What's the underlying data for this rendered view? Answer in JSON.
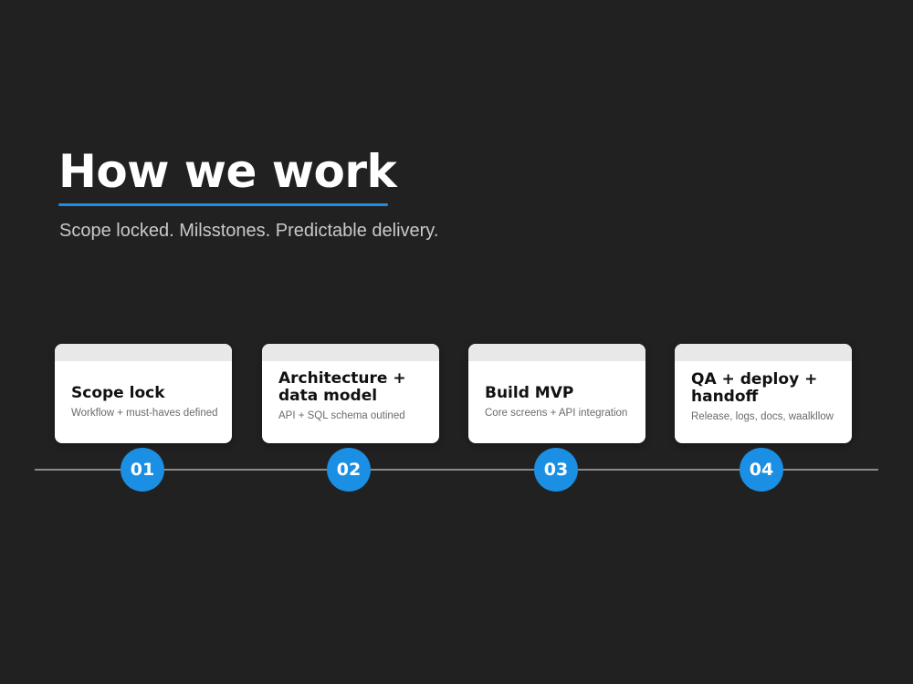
{
  "header": {
    "title": "How we work",
    "subtitle": "Scope locked. Milsstones. Predictable delivery."
  },
  "colors": {
    "background": "#222122",
    "accent": "#1a8fe4",
    "card": "#ffffff",
    "timeline": "#8a8a8a"
  },
  "steps": [
    {
      "number": "01",
      "title": "Scope lock",
      "description": "Workflow + must-haves defined"
    },
    {
      "number": "02",
      "title": "Architecture + data model",
      "description": "API + SQL schema outined"
    },
    {
      "number": "03",
      "title": "Build MVP",
      "description": "Core screens + API integration"
    },
    {
      "number": "04",
      "title": "QA + deploy + handoff",
      "description": "Release, logs, docs, waalkllow"
    }
  ]
}
